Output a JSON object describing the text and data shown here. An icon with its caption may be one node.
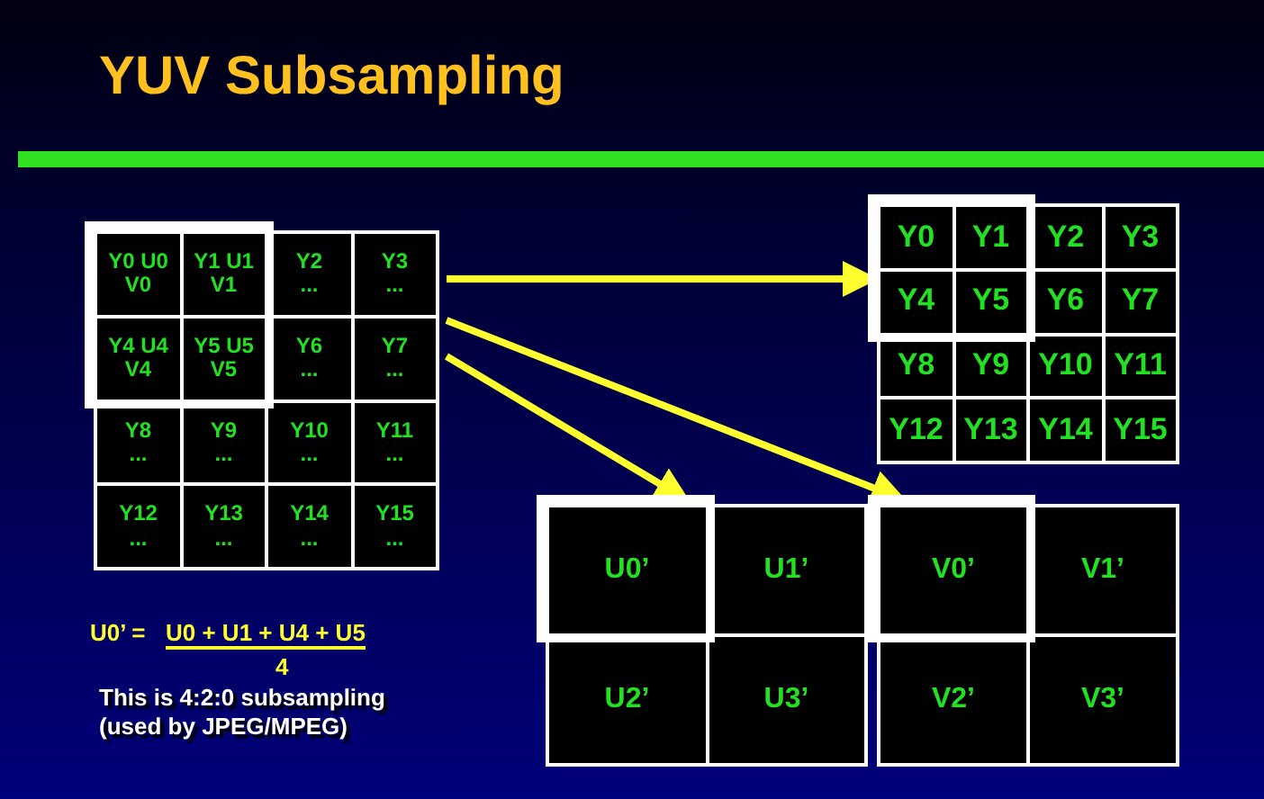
{
  "diagram": {
    "title": "YUV Subsampling",
    "nodes": [
      {
        "text": [],
        "shape": "box"
      },
      {
        "text": [
          "Y0 U0 V0"
        ],
        "in": 0
      },
      {
        "text": [
          "Y1 U1 V1"
        ],
        "in": 0
      },
      {
        "text": [
          "Y2",
          "..."
        ],
        "in": 0
      },
      {
        "text": [
          "Y3",
          "..."
        ],
        "in": 0
      },
      {
        "text": [
          "Y4 U4 V4"
        ],
        "in": 0
      },
      {
        "text": [
          "Y5 U5 V5"
        ],
        "in": 0
      },
      {
        "text": [
          "Y6",
          "..."
        ],
        "in": 0
      },
      {
        "text": [
          "Y7",
          "..."
        ],
        "in": 0
      },
      {
        "text": [
          "Y8",
          "..."
        ],
        "in": 0
      },
      {
        "text": [
          "Y9",
          "..."
        ],
        "in": 0
      },
      {
        "text": [
          "Y10",
          "..."
        ],
        "in": 0
      },
      {
        "text": [
          "Y11",
          "..."
        ],
        "in": 0
      },
      {
        "text": [
          "Y12",
          "..."
        ],
        "in": 0
      },
      {
        "text": [
          "Y13",
          "..."
        ],
        "in": 0
      },
      {
        "text": [
          "Y14",
          "..."
        ],
        "in": 0
      },
      {
        "text": [
          "Y15",
          "..."
        ],
        "in": 0
      },
      {
        "text": [],
        "shape": "box"
      },
      {
        "text": [
          "Y0"
        ],
        "in": 17
      },
      {
        "text": [
          "Y1"
        ],
        "in": 17
      },
      {
        "text": [
          "Y2"
        ],
        "in": 17
      },
      {
        "text": [
          "Y3"
        ],
        "in": 17
      },
      {
        "text": [
          "Y4"
        ],
        "in": 17
      },
      {
        "text": [
          "Y5"
        ],
        "in": 17
      },
      {
        "text": [
          "Y6"
        ],
        "in": 17
      },
      {
        "text": [
          "Y7"
        ],
        "in": 17
      },
      {
        "text": [
          "Y8"
        ],
        "in": 17
      },
      {
        "text": [
          "Y9"
        ],
        "in": 17
      },
      {
        "text": [
          "Y10"
        ],
        "in": 17
      },
      {
        "text": [
          "Y11"
        ],
        "in": 17
      },
      {
        "text": [
          "Y12"
        ],
        "in": 17
      },
      {
        "text": [
          "Y13"
        ],
        "in": 17
      },
      {
        "text": [
          "Y14"
        ],
        "in": 17
      },
      {
        "text": [
          "Y15"
        ],
        "in": 17
      },
      {
        "text": [],
        "shape": "box"
      },
      {
        "text": [
          "U0’"
        ],
        "in": 34
      },
      {
        "text": [
          "U1’"
        ],
        "in": 34
      },
      {
        "text": [
          "U2’"
        ],
        "in": 34
      },
      {
        "text": [
          "U3’"
        ],
        "in": 34
      },
      {
        "text": [],
        "shape": "box"
      },
      {
        "text": [
          "V0’"
        ],
        "in": 39
      },
      {
        "text": [
          "V1’"
        ],
        "in": 39
      },
      {
        "text": [
          "V2’"
        ],
        "in": 39
      },
      {
        "text": [
          "V3’"
        ],
        "in": 39
      }
    ],
    "edges": [
      {
        "from": 0,
        "to": 17,
        "arrow": "to"
      },
      {
        "from": 0,
        "to": 39,
        "arrow": "to"
      },
      {
        "from": 0,
        "to": 34,
        "arrow": "to"
      }
    ],
    "labels": [
      "U0’ =",
      "U0 + U1 + U4 + U5",
      "4",
      "This is 4:2:0 subsampling (used by JPEG/MPEG)"
    ]
  }
}
